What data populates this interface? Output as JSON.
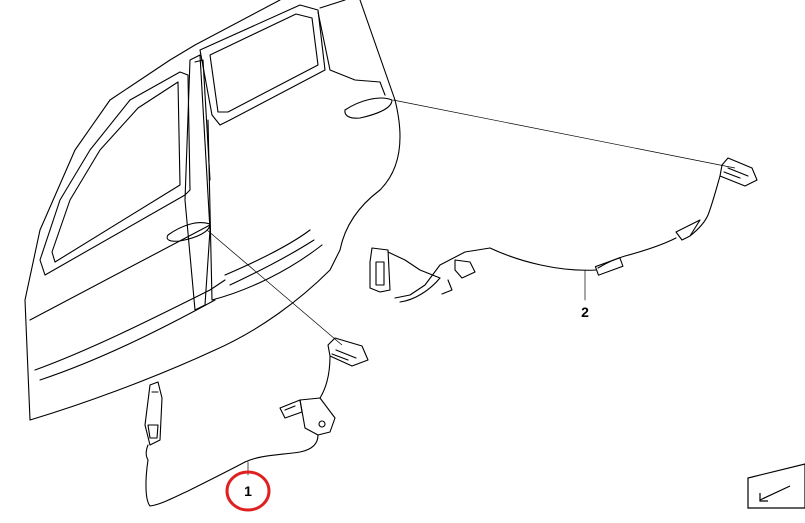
{
  "diagram": {
    "callouts": [
      {
        "id": "1",
        "label": "1",
        "highlighted": true
      },
      {
        "id": "2",
        "label": "2",
        "highlighted": false
      }
    ],
    "colors": {
      "line": "#000000",
      "highlight": "#e02020",
      "background": "#ffffff"
    },
    "icons": [
      "door-outline",
      "cable-assembly",
      "connector",
      "corner-arrow-icon"
    ]
  }
}
